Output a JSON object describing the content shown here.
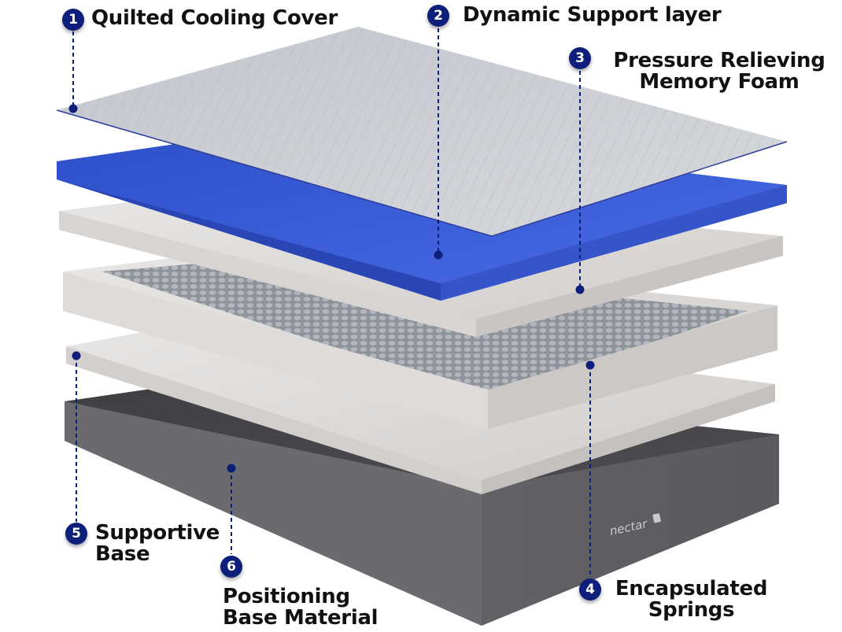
{
  "diagram": {
    "brand_mark": "nectar",
    "accent_color": "#0d1f7a",
    "layers": [
      {
        "number": "1",
        "label_lines": [
          "Quilted Cooling Cover"
        ],
        "color": "#c9cbd1"
      },
      {
        "number": "2",
        "label_lines": [
          "Dynamic Support layer"
        ],
        "color": "#3d5fd9"
      },
      {
        "number": "3",
        "label_lines": [
          "Pressure Relieving",
          "Memory Foam"
        ],
        "color": "#dcdad8"
      },
      {
        "number": "4",
        "label_lines": [
          "Encapsulated",
          "Springs"
        ],
        "color": "#9fa4ad"
      },
      {
        "number": "5",
        "label_lines": [
          "Supportive",
          "Base"
        ],
        "color": "#dcdad8"
      },
      {
        "number": "6",
        "label_lines": [
          "Positioning",
          "Base Material"
        ],
        "color": "#6b6b6e"
      }
    ]
  }
}
